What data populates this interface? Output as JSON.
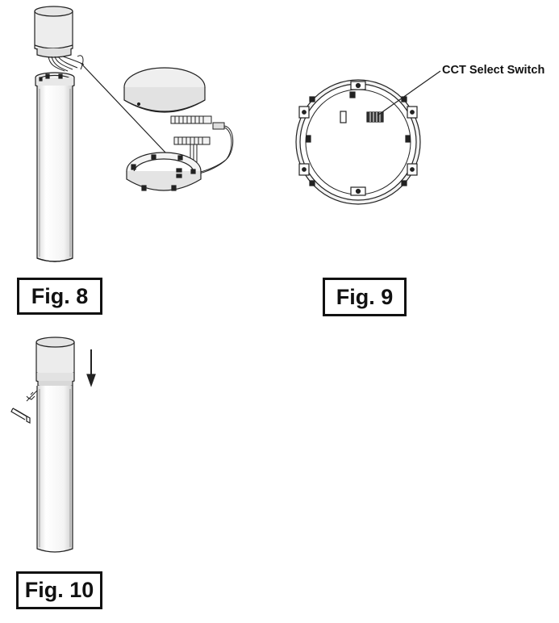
{
  "figures": {
    "fig8": {
      "label": "Fig. 8"
    },
    "fig9": {
      "label": "Fig. 9",
      "callout": "CCT Select Switch"
    },
    "fig10": {
      "label": "Fig. 10"
    }
  }
}
